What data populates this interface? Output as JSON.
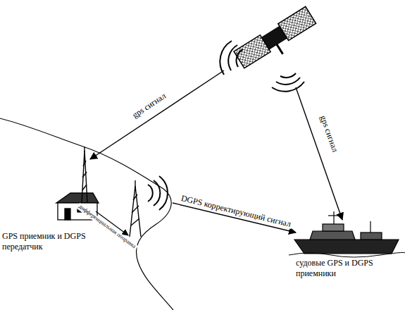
{
  "diagram": {
    "nodes": [
      {
        "text": [
          "GPS приемник и DGPS передатчик"
        ]
      },
      {
        "text": [
          "судовые GPS и DGPS приемники"
        ]
      }
    ],
    "edges": [
      {
        "from": 0,
        "to": 1,
        "arrow": "to",
        "label": "DGPS корректирующий сигнал"
      }
    ],
    "labels": [
      "gps сигнал",
      "gps сигнал",
      "дифференциальная поправка"
    ]
  }
}
